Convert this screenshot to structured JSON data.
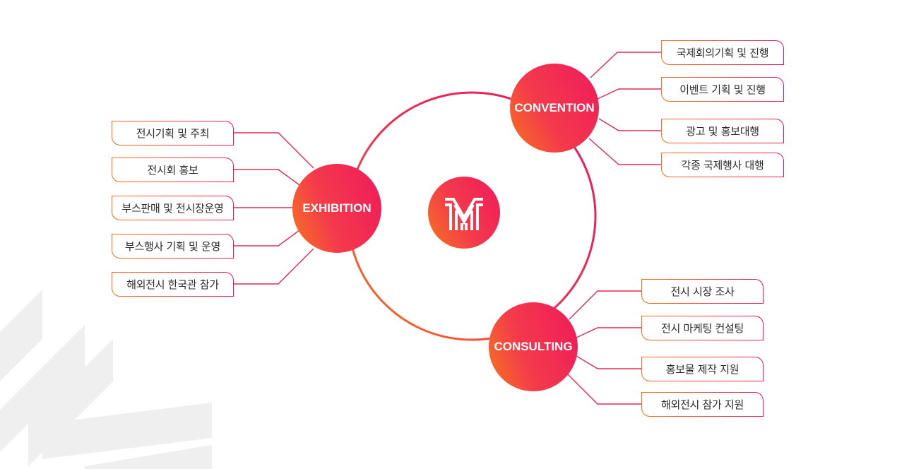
{
  "center_logo": {
    "icon": "m-logo-icon"
  },
  "hubs": {
    "convention": "CONVENTION",
    "exhibition": "EXHIBITION",
    "consulting": "CONSULTING"
  },
  "convention_items": [
    "국제회의기획 및 진행",
    "이벤트 기획 및 진행",
    "광고 및 홍보대행",
    "각종 국제행사 대행"
  ],
  "exhibition_items": [
    "전시기획 및 주최",
    "전시회 홍보",
    "부스판매 및 전시장운영",
    "부스행사 기획 및 운영",
    "해외전시 한국관 참가"
  ],
  "consulting_items": [
    "전시 시장 조사",
    "전시 마케팅 컨설팅",
    "홍보물 제작 지원",
    "해외전시 참가 지원"
  ],
  "colors": {
    "accent_orange": "#f6761f",
    "accent_pink": "#ee1a5b",
    "watermark": "#f0f0f0"
  }
}
